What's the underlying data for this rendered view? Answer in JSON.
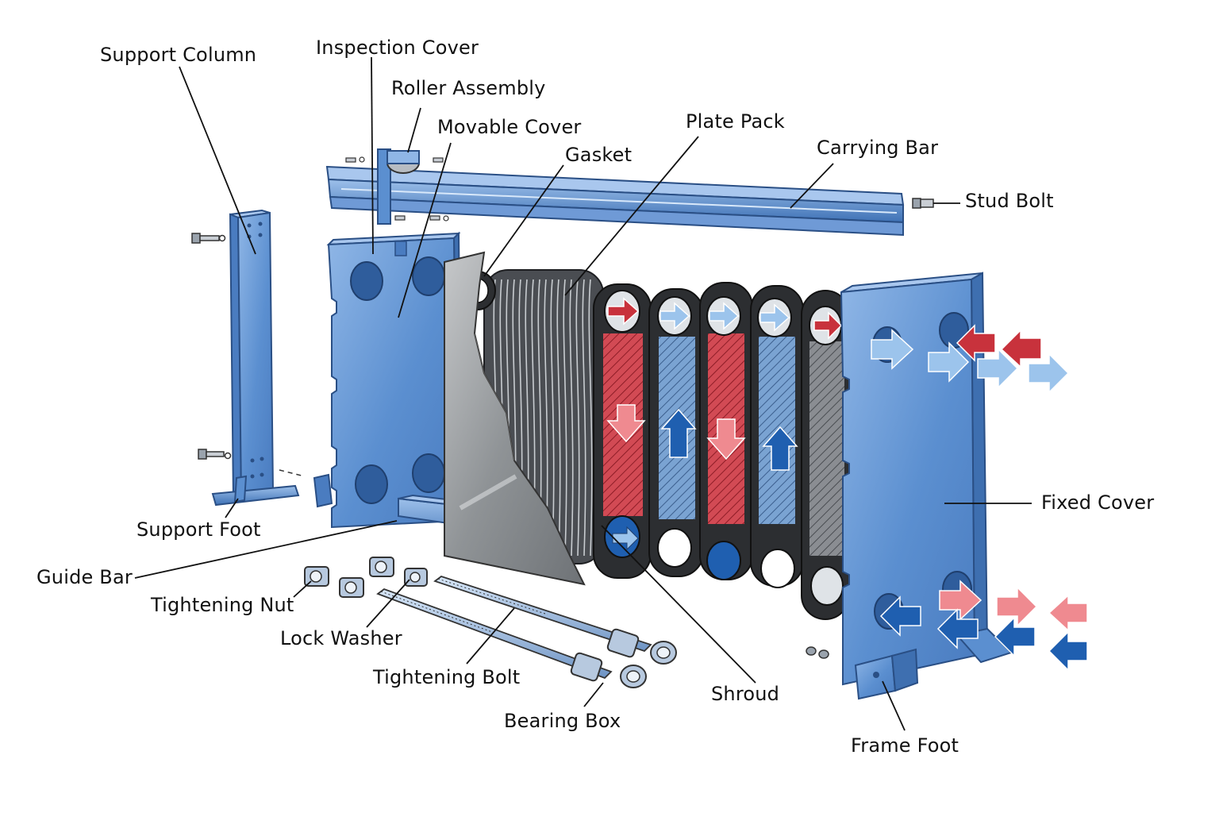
{
  "diagram": {
    "title": "Plate heat exchanger exploded view",
    "colors": {
      "frame": "#5b8fd0",
      "frame_dark": "#2f5d9c",
      "frame_light": "#8fb6e6",
      "plate": "#3d3f44",
      "hot": "#c8323c",
      "hot_light": "#ef8a90",
      "cold": "#1f5fb0",
      "cold_light": "#9cc4ec",
      "shroud": "#8f9396"
    },
    "labels": {
      "support_column": "Support Column",
      "inspection_cover": "Inspection Cover",
      "roller_assembly": "Roller Assembly",
      "movable_cover": "Movable Cover",
      "gasket": "Gasket",
      "plate_pack": "Plate Pack",
      "carrying_bar": "Carrying Bar",
      "stud_bolt": "Stud Bolt",
      "fixed_cover": "Fixed Cover",
      "support_foot": "Support Foot",
      "guide_bar": "Guide Bar",
      "tightening_nut": "Tightening Nut",
      "lock_washer": "Lock Washer",
      "tightening_bolt": "Tightening Bolt",
      "bearing_box": "Bearing Box",
      "shroud": "Shroud",
      "frame_foot": "Frame Foot"
    }
  }
}
